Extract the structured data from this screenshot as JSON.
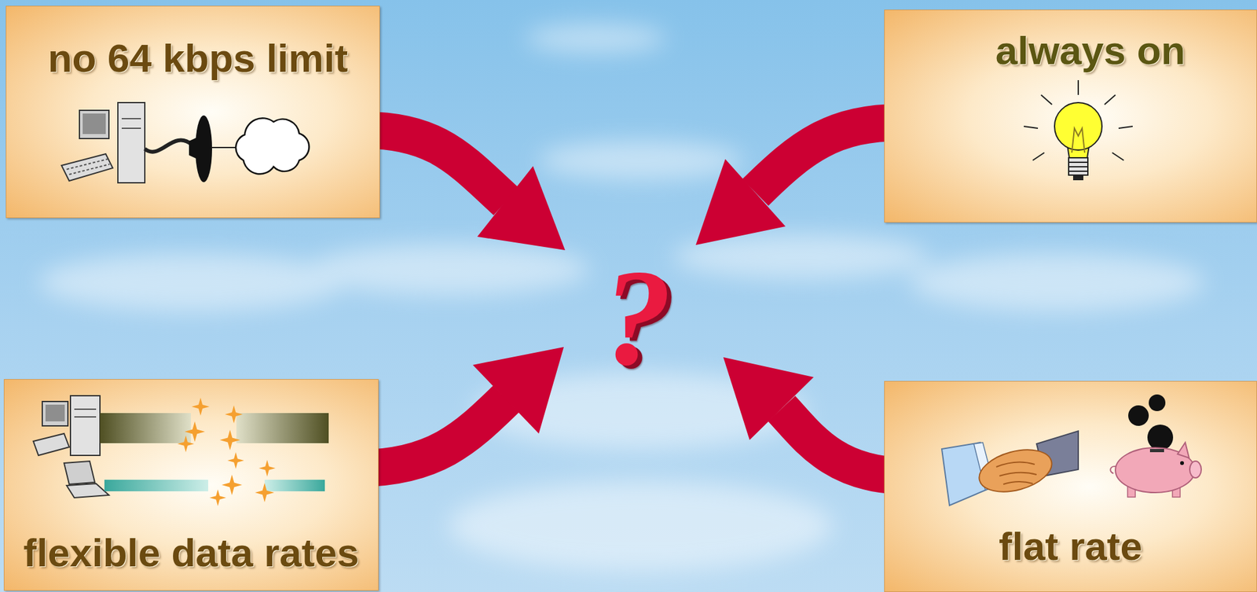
{
  "diagram": {
    "nodes": [
      {
        "text": [
          "no 64 kbps limit"
        ]
      },
      {
        "text": [
          "always on"
        ]
      },
      {
        "text": [
          "flexible data rates"
        ]
      },
      {
        "text": [
          "flat rate"
        ]
      }
    ],
    "labels": [
      "?"
    ]
  }
}
